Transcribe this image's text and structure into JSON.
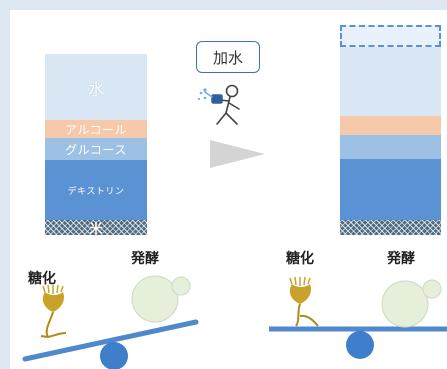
{
  "left_column": {
    "layers": [
      {
        "label": "水"
      },
      {
        "label": "アルコール"
      },
      {
        "label": "グルコース"
      },
      {
        "label": "デキストリン"
      },
      {
        "label": "米"
      }
    ]
  },
  "transition": {
    "label": "加水",
    "arrow_icon": "triangle-right-arrow-icon",
    "person_icon": "person-pouring-water-icon"
  },
  "balances": {
    "left": {
      "saccharification_label": "糖化",
      "fermentation_label": "発酵"
    },
    "right": {
      "saccharification_label": "糖化",
      "fermentation_label": "発酵"
    }
  },
  "colors": {
    "water": "#dae7f5",
    "alcohol": "#f5c9a9",
    "glucose": "#9dc1e4",
    "dextrin": "#5b92d3",
    "rice": "#4f6b83",
    "beam": "#4f88cc",
    "fulcrum": "#3f7ecb",
    "yeast": "#e6efd9",
    "koji": "#c9a22b"
  }
}
